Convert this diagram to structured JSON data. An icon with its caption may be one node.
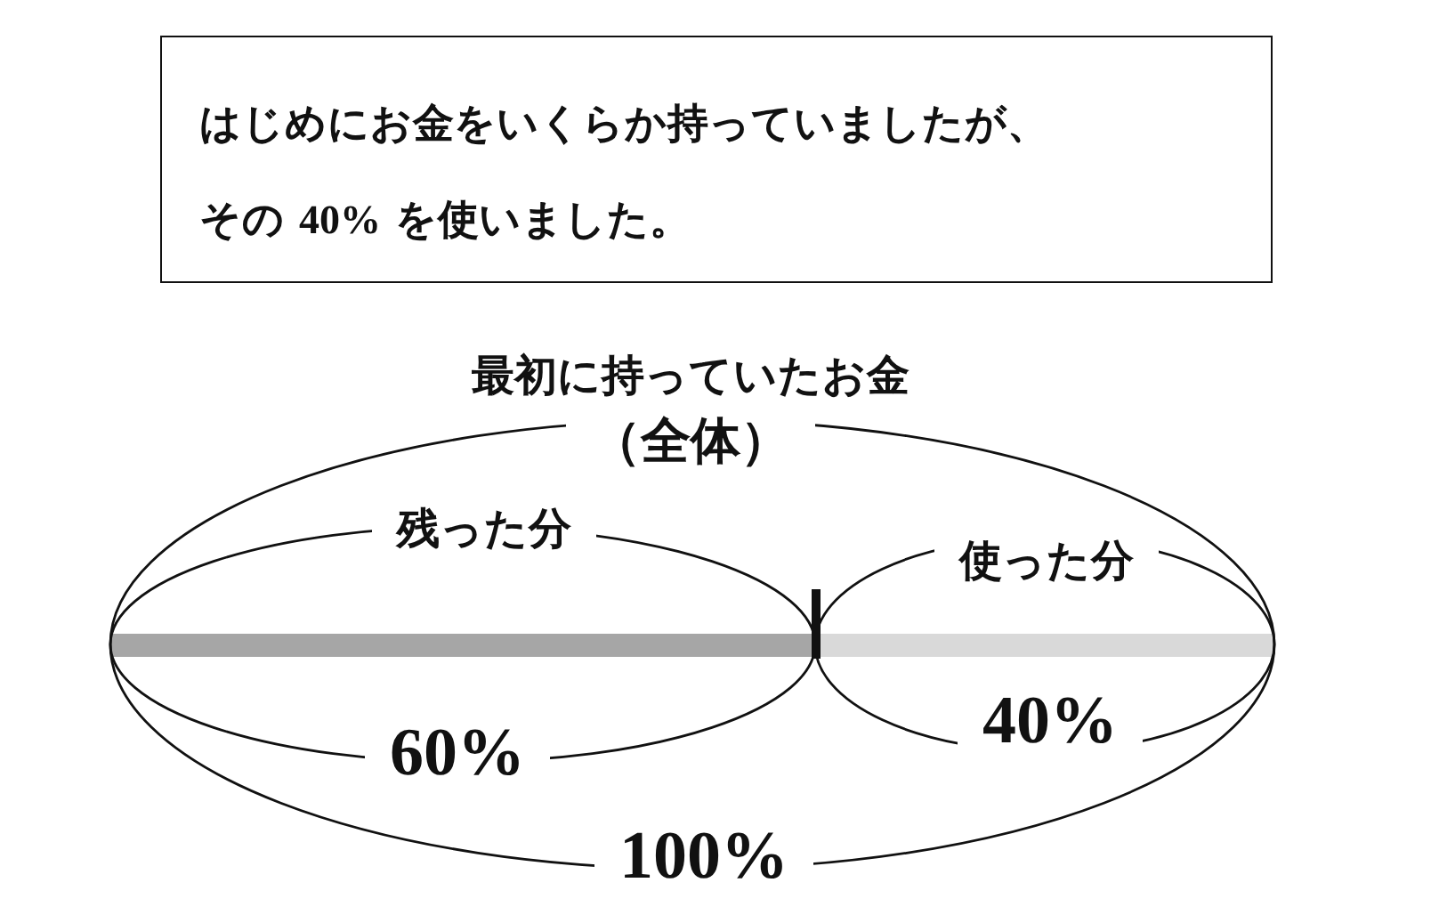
{
  "diagram": {
    "nodes": [
      {
        "text": [
          "はじめにお金をいくらか持っていましたが、その 40% を使いました。"
        ]
      }
    ],
    "edges": [],
    "labels": [
      "最初に持っていたお金",
      "（全体）",
      "残った分",
      "使った分",
      "60%",
      "40%",
      "100%"
    ]
  }
}
